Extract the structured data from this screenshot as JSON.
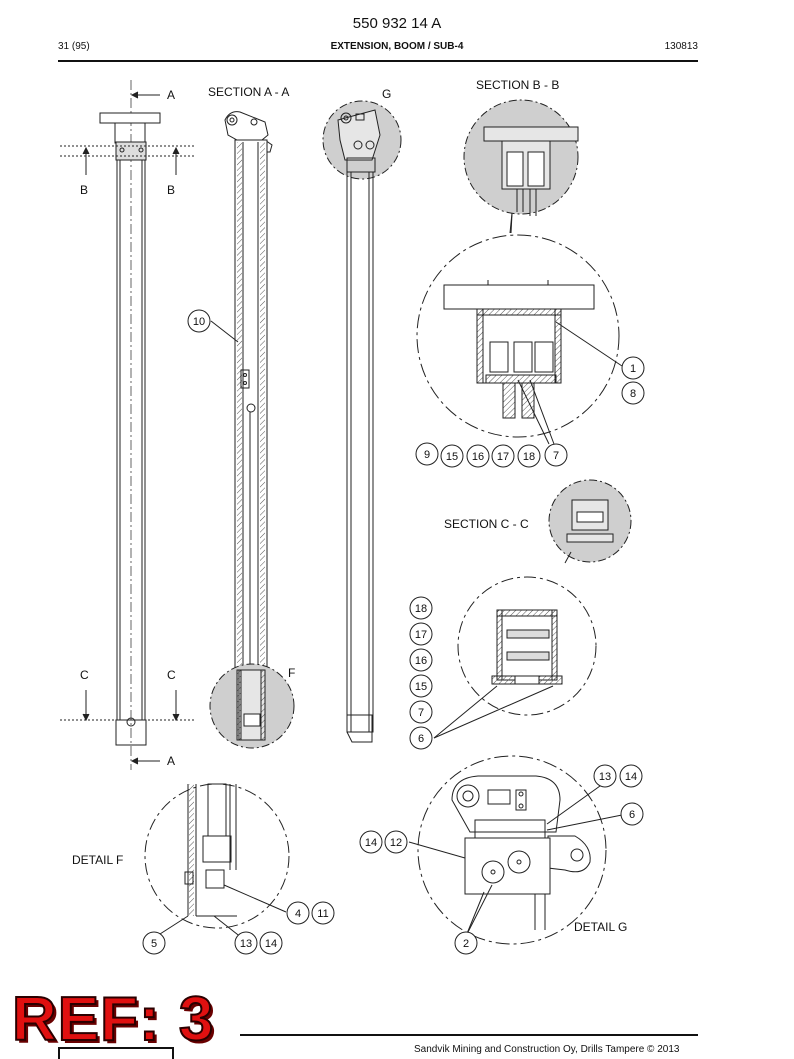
{
  "header": {
    "doc_number": "550 932 14 A",
    "page": "31 (95)",
    "subtitle": "EXTENSION, BOOM / SUB-4",
    "date_code": "130813"
  },
  "views": {
    "section_aa": "SECTION A - A",
    "section_bb": "SECTION B - B",
    "section_cc": "SECTION C - C",
    "detail_f": "DETAIL F",
    "detail_g": "DETAIL G",
    "cut_a": "A",
    "cut_b": "B",
    "cut_c": "C",
    "mark_f": "F",
    "mark_g": "G"
  },
  "callouts": {
    "c1": "1",
    "c2": "2",
    "c4": "4",
    "c5": "5",
    "c6": "6",
    "c7": "7",
    "c8": "8",
    "c9": "9",
    "c10": "10",
    "c11": "11",
    "c12": "12",
    "c13": "13",
    "c14": "14",
    "c15": "15",
    "c16": "16",
    "c17": "17",
    "c18": "18"
  },
  "stamp": {
    "ref": "REF: 3"
  },
  "footer": {
    "copyright": "Sandvik Mining and Construction Oy, Drills Tampere © 2013"
  }
}
